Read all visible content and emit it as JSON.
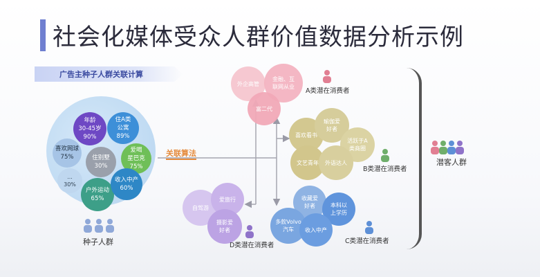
{
  "title": "社会化媒体受众人群价值数据分析示例",
  "ribbon": "广告主种子人群关联计算",
  "link_label": "关联算法",
  "seed_label": "种子人群",
  "potential_label": "潜客人群",
  "seed_bubbles": [
    {
      "text": "年龄\n30-45岁\n90%"
    },
    {
      "text": "住A类\n公寓\n89%"
    },
    {
      "text": "喜欢网球\n75%"
    },
    {
      "text": "住别墅\n30%"
    },
    {
      "text": "爱喝\n星巴克\n75%"
    },
    {
      "text": "...\n30%"
    },
    {
      "text": "户外运动\n65%"
    },
    {
      "text": "收入中产\n60%"
    }
  ],
  "group_a": {
    "label": "A类潜在消费者",
    "bubbles": [
      "外企高管",
      "金融、互\n联网从业",
      "富二代"
    ]
  },
  "group_b": {
    "label": "B类潜在消费者",
    "bubbles": [
      "喜欢看书",
      "瑜伽爱\n好者",
      "活跃于A\n类商圈",
      "文艺青年",
      "外语达人"
    ]
  },
  "group_c": {
    "label": "C类潜在消费者",
    "bubbles": [
      "收藏爱\n好者",
      "本科以\n上学历",
      "多款Volvo\n汽车",
      "收入中产"
    ]
  },
  "group_d": {
    "label": "D类潜在消费者",
    "bubbles": [
      "自驾游",
      "爱旅行",
      "摄影爱\n好者"
    ]
  },
  "colors": {
    "accent": "#6f7fd0",
    "group_a": "#f6c6cf",
    "group_b": "#d8cf9e",
    "group_c": "#8fb3e3",
    "group_d": "#cdb8ea",
    "link": "#e58a3b"
  }
}
